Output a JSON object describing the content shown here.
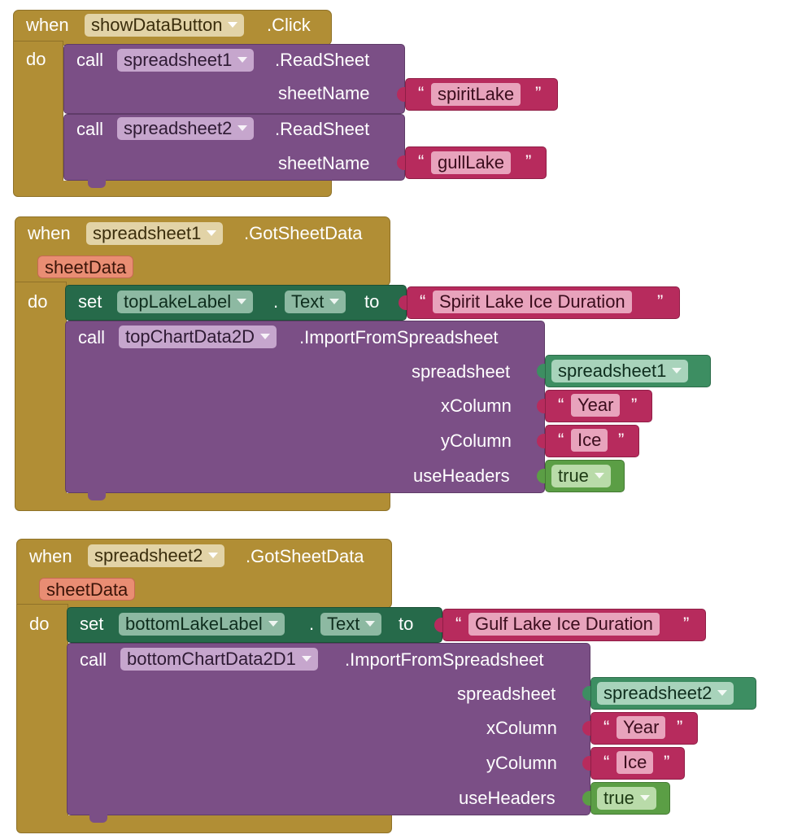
{
  "blocks": {
    "b1": {
      "when": "when",
      "component": "showDataButton",
      "event": ".Click",
      "do": "do",
      "call1": {
        "call": "call",
        "component": "spreadsheet1",
        "method": ".ReadSheet",
        "param": "sheetName",
        "value": "spiritLake"
      },
      "call2": {
        "call": "call",
        "component": "spreadsheet2",
        "method": ".ReadSheet",
        "param": "sheetName",
        "value": "gullLake"
      }
    },
    "b2": {
      "when": "when",
      "component": "spreadsheet1",
      "event": ".GotSheetData",
      "param": "sheetData",
      "do": "do",
      "set": {
        "set": "set",
        "component": "topLakeLabel",
        "dot": ".",
        "property": "Text",
        "to": "to",
        "value": "Spirit Lake Ice Duration"
      },
      "call": {
        "call": "call",
        "component": "topChartData2D",
        "method": ".ImportFromSpreadsheet",
        "spreadsheet_label": "spreadsheet",
        "spreadsheet": "spreadsheet1",
        "xColumn_label": "xColumn",
        "xColumn": "Year",
        "yColumn_label": "yColumn",
        "yColumn": "Ice",
        "useHeaders_label": "useHeaders",
        "useHeaders": "true"
      }
    },
    "b3": {
      "when": "when",
      "component": "spreadsheet2",
      "event": ".GotSheetData",
      "param": "sheetData",
      "do": "do",
      "set": {
        "set": "set",
        "component": "bottomLakeLabel",
        "dot": ".",
        "property": "Text",
        "to": "to",
        "value": "Gulf Lake Ice Duration"
      },
      "call": {
        "call": "call",
        "component": "bottomChartData2D1",
        "method": ".ImportFromSpreadsheet",
        "spreadsheet_label": "spreadsheet",
        "spreadsheet": "spreadsheet2",
        "xColumn_label": "xColumn",
        "xColumn": "Year",
        "yColumn_label": "yColumn",
        "yColumn": "Ice",
        "useHeaders_label": "useHeaders",
        "useHeaders": "true"
      }
    }
  },
  "quotes": {
    "open": "“",
    "close": "”"
  },
  "colors": {
    "event": "#b18e35",
    "call": "#7b4f86",
    "setter": "#266a4a",
    "text": "#b72b5d",
    "logic": "#5b9e45",
    "component": "#3d8e62"
  }
}
